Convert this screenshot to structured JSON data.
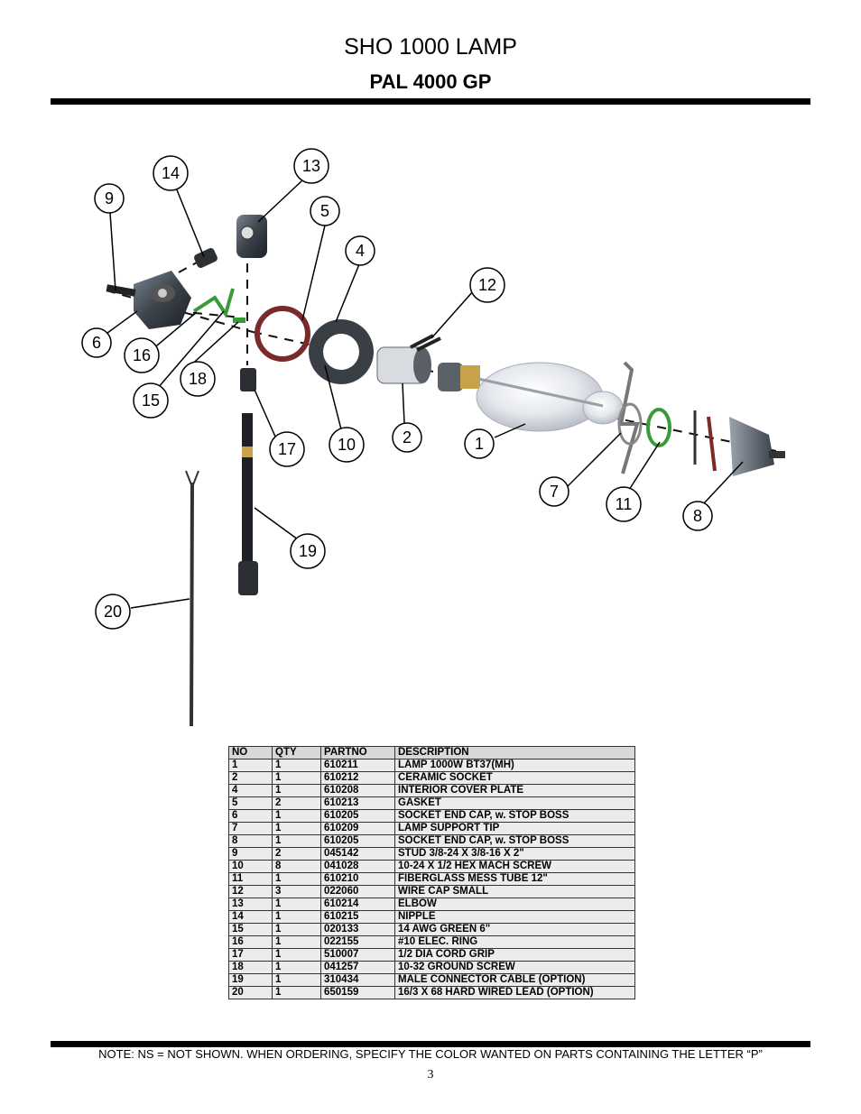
{
  "header": {
    "title": "SHO 1000 LAMP",
    "subtitle": "PAL 4000 GP"
  },
  "callouts": [
    "14",
    "13",
    "9",
    "5",
    "4",
    "12",
    "6",
    "16",
    "18",
    "15",
    "17",
    "10",
    "2",
    "1",
    "7",
    "11",
    "8",
    "19",
    "20"
  ],
  "table": {
    "columns": [
      "NO",
      "QTY",
      "PARTNO",
      "DESCRIPTION"
    ],
    "rows": [
      [
        "1",
        "1",
        "610211",
        "LAMP 1000W BT37(MH)"
      ],
      [
        "2",
        "1",
        "610212",
        "CERAMIC SOCKET"
      ],
      [
        "4",
        "1",
        "610208",
        "INTERIOR COVER PLATE"
      ],
      [
        "5",
        "2",
        "610213",
        "GASKET"
      ],
      [
        "6",
        "1",
        "610205",
        "SOCKET END CAP, w. STOP BOSS"
      ],
      [
        "7",
        "1",
        "610209",
        "LAMP SUPPORT TIP"
      ],
      [
        "8",
        "1",
        "610205",
        "SOCKET END CAP, w. STOP BOSS"
      ],
      [
        "9",
        "2",
        "045142",
        "STUD 3/8-24 X 3/8-16 X 2\""
      ],
      [
        "10",
        "8",
        "041028",
        "10-24 X 1/2 HEX MACH SCREW"
      ],
      [
        "11",
        "1",
        "610210",
        "FIBERGLASS MESS TUBE 12\""
      ],
      [
        "12",
        "3",
        "022060",
        "WIRE CAP SMALL"
      ],
      [
        "13",
        "1",
        "610214",
        "ELBOW"
      ],
      [
        "14",
        "1",
        "610215",
        "NIPPLE"
      ],
      [
        "15",
        "1",
        "020133",
        "14 AWG GREEN 6\""
      ],
      [
        "16",
        "1",
        "022155",
        "#10 ELEC. RING"
      ],
      [
        "17",
        "1",
        "510007",
        "1/2 DIA  CORD GRIP"
      ],
      [
        "18",
        "1",
        "041257",
        "10-32 GROUND SCREW"
      ],
      [
        "19",
        "1",
        "310434",
        "MALE CONNECTOR CABLE (OPTION)"
      ],
      [
        "20",
        "1",
        "650159",
        "16/3 X 68 HARD WIRED LEAD (OPTION)"
      ]
    ]
  },
  "footer": {
    "note": "NOTE: NS = NOT SHOWN.  WHEN ORDERING, SPECIFY THE COLOR WANTED ON PARTS CONTAINING THE LETTER “P”",
    "page": "3"
  }
}
